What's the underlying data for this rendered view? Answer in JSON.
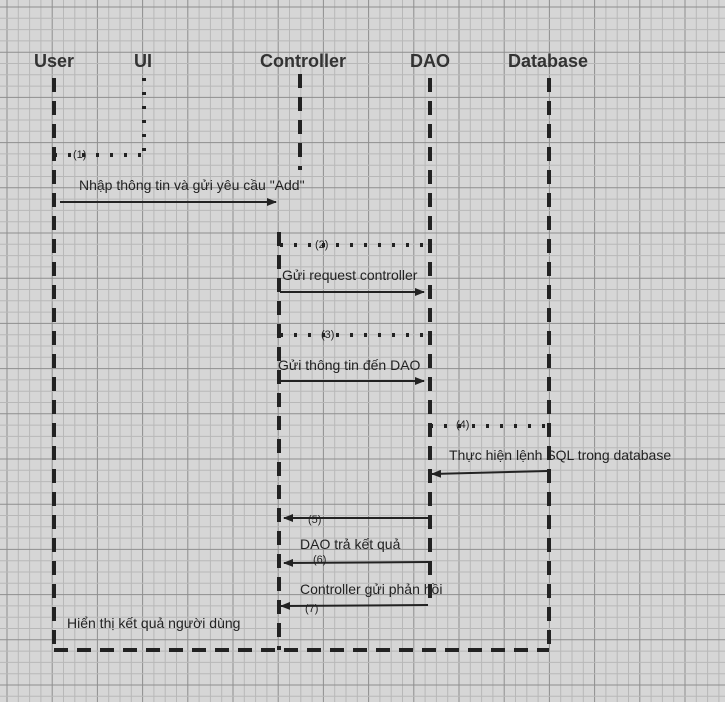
{
  "diagram": {
    "participants": [
      "User",
      "UI",
      "Controller",
      "DAO",
      "Database"
    ],
    "messages": {
      "m1_num": "(1)",
      "m1_label": "Nhập thông tin và gửi yêu cầu \"Add\"",
      "m2_num": "(2)",
      "m2_label": "Gửi request controller",
      "m3_num": "(3)",
      "m3_label": "Gửi thông tin đến DAO",
      "m4_num": "(4)",
      "m4_label": "Thực hiện lệnh SQL trong database",
      "m5_num": "(5)",
      "m6_num": "(6)",
      "m6_label": "DAO trả kết quả",
      "m7_num": "(7)",
      "m7_label": "Controller gửi phản hồi",
      "final_label": "Hiển thị kết quả người dùng"
    }
  },
  "colors": {
    "background": "#d6d6d6",
    "grid_minor": "#b8b8b8",
    "grid_major": "#8e8e8e",
    "line": "#222222"
  }
}
